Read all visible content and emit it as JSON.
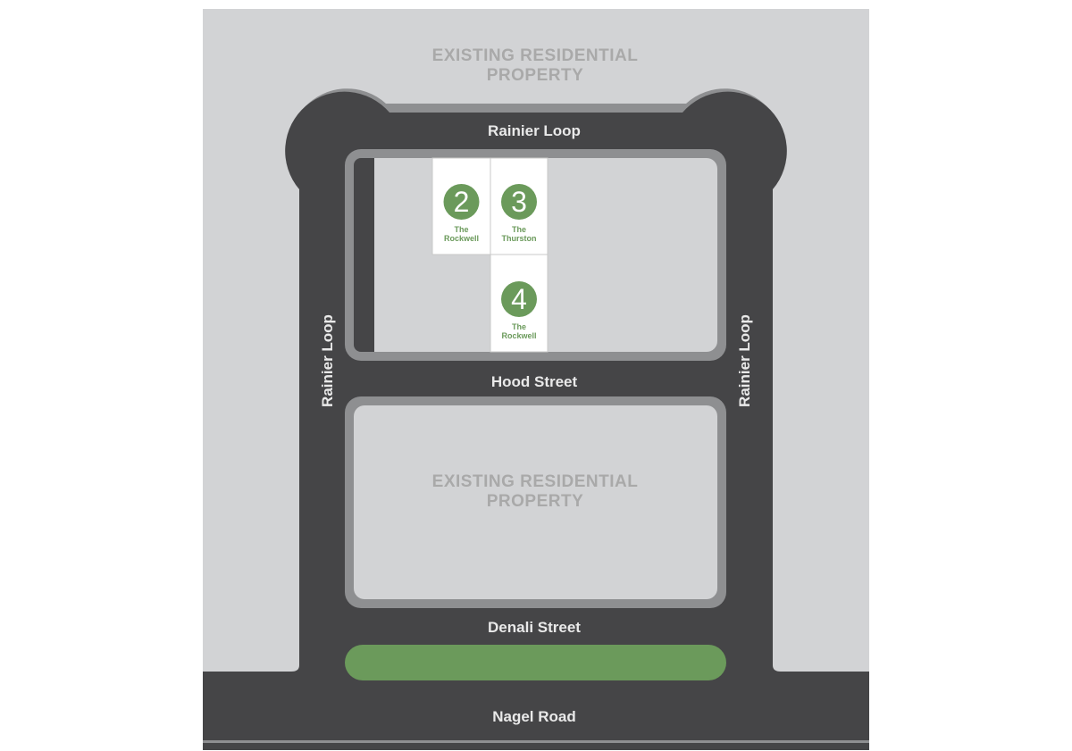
{
  "colors": {
    "property": "#d2d3d5",
    "road": "#454547",
    "curb": "#8e8f91",
    "lot": "#ffffff",
    "lot_border": "#c8c8c8",
    "accent_green": "#6b9a5b",
    "road_text": "#e9e9e9",
    "property_text": "#a9a9a9"
  },
  "map": {
    "existing_top": {
      "line1": "EXISTING RESIDENTIAL",
      "line2": "PROPERTY"
    },
    "existing_center": {
      "line1": "EXISTING RESIDENTIAL",
      "line2": "PROPERTY"
    },
    "roads": {
      "rainier_loop_top": "Rainier Loop",
      "rainier_loop_left": "Rainier Loop",
      "rainier_loop_right": "Rainier Loop",
      "hood_street": "Hood Street",
      "denali_street": "Denali Street",
      "nagel_road": "Nagel Road"
    },
    "lots": [
      {
        "number": "2",
        "model_line1": "The",
        "model_line2": "Rockwell"
      },
      {
        "number": "3",
        "model_line1": "The",
        "model_line2": "Thurston"
      },
      {
        "number": "4",
        "model_line1": "The",
        "model_line2": "Rockwell"
      }
    ]
  }
}
